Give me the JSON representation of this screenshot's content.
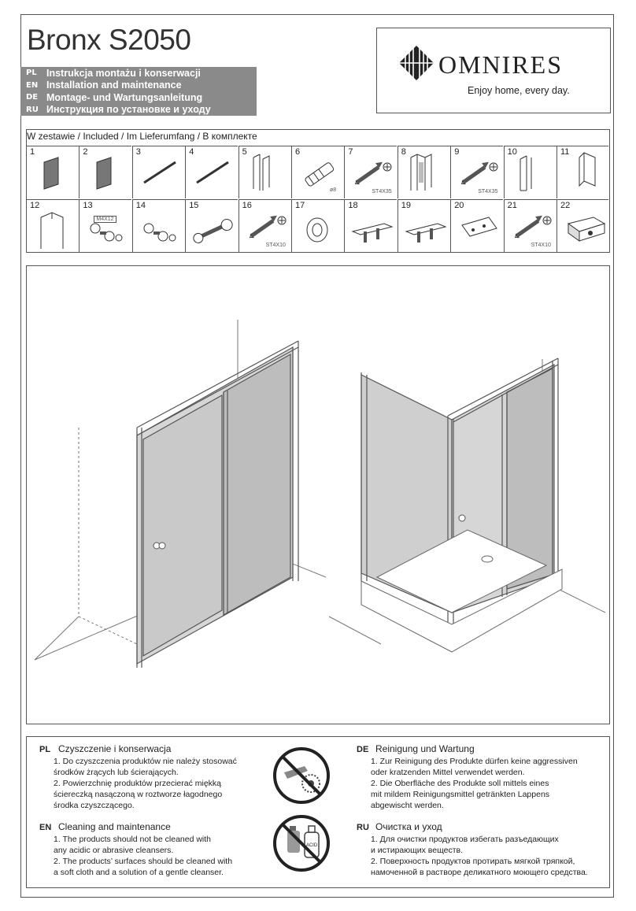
{
  "header": {
    "title": "Bronx S2050",
    "languages": [
      {
        "code": "PL",
        "text": "Instrukcja montażu i konserwacji"
      },
      {
        "code": "EN",
        "text": "Installation and maintenance"
      },
      {
        "code": "DE",
        "text": "Montage- und Wartungsanleitung"
      },
      {
        "code": "RU",
        "text": "Инструкция по установке и уходу"
      }
    ],
    "brand": "OMNIRES",
    "tagline": "Enjoy home, every day."
  },
  "included": {
    "title": "W zestawie / Included / Im Lieferumfang / В комплекте",
    "items": [
      {
        "num": "1",
        "icon": "glass-panel-icon"
      },
      {
        "num": "2",
        "icon": "glass-panel-icon"
      },
      {
        "num": "3",
        "icon": "rod-icon"
      },
      {
        "num": "4",
        "icon": "rod-icon"
      },
      {
        "num": "5",
        "icon": "wall-profile-icon"
      },
      {
        "num": "6",
        "icon": "wall-plug-icon",
        "spec": "ø8"
      },
      {
        "num": "7",
        "icon": "screw-icon",
        "spec": "ST4X35"
      },
      {
        "num": "8",
        "icon": "frame-profile-icon"
      },
      {
        "num": "9",
        "icon": "screw-icon",
        "spec": "ST4X35"
      },
      {
        "num": "10",
        "icon": "seal-profile-icon"
      },
      {
        "num": "11",
        "icon": "end-seal-icon"
      },
      {
        "num": "12",
        "icon": "vertical-profile-icon"
      },
      {
        "num": "13",
        "icon": "roller-set-icon",
        "spec": "M4X12"
      },
      {
        "num": "14",
        "icon": "roller-set-icon"
      },
      {
        "num": "15",
        "icon": "handle-bolt-icon"
      },
      {
        "num": "16",
        "icon": "screw-icon",
        "spec": "ST4X10"
      },
      {
        "num": "17",
        "icon": "cap-icon"
      },
      {
        "num": "18",
        "icon": "bracket-icon"
      },
      {
        "num": "19",
        "icon": "bracket-icon"
      },
      {
        "num": "20",
        "icon": "plate-icon"
      },
      {
        "num": "21",
        "icon": "screw-icon",
        "spec": "ST4X10"
      },
      {
        "num": "22",
        "icon": "clip-icon"
      }
    ]
  },
  "care": {
    "pl": {
      "code": "PL",
      "title": "Czyszczenie i konserwacja",
      "lines": [
        "1. Do czyszczenia produktów nie należy stosować",
        "    środków żrących lub ścierających.",
        "2. Powierzchnię produktów przecierać miękką",
        "    ściereczką nasączoną w roztworze łagodnego",
        "    środka czyszczącego."
      ]
    },
    "en": {
      "code": "EN",
      "title": "Cleaning and maintenance",
      "lines": [
        "1. The products should not be cleaned with",
        "    any acidic or abrasive cleansers.",
        "2. The products’ surfaces should be cleaned with",
        "    a soft cloth and a solution of a gentle cleanser."
      ]
    },
    "de": {
      "code": "DE",
      "title": "Reinigung und Wartung",
      "lines": [
        "1. Zur Reinigung des Produkte dürfen keine aggressiven",
        "    oder kratzenden Mittel verwendet werden.",
        "2. Die Oberfläche des Produkte soll mittels eines",
        "    mit mildem Reinigungsmittel getränkten Lappens",
        "    abgewischt werden."
      ]
    },
    "ru": {
      "code": "RU",
      "title": "Очистка и уход",
      "lines": [
        "1. Для очистки продуктов избегать разъедающих",
        "    и истирающих веществ.",
        "2. Поверхность продуктов протирать мягкой тряпкой,",
        "    намоченной в растворе деликатного моющего средства."
      ]
    },
    "acid_label": "ACID"
  }
}
